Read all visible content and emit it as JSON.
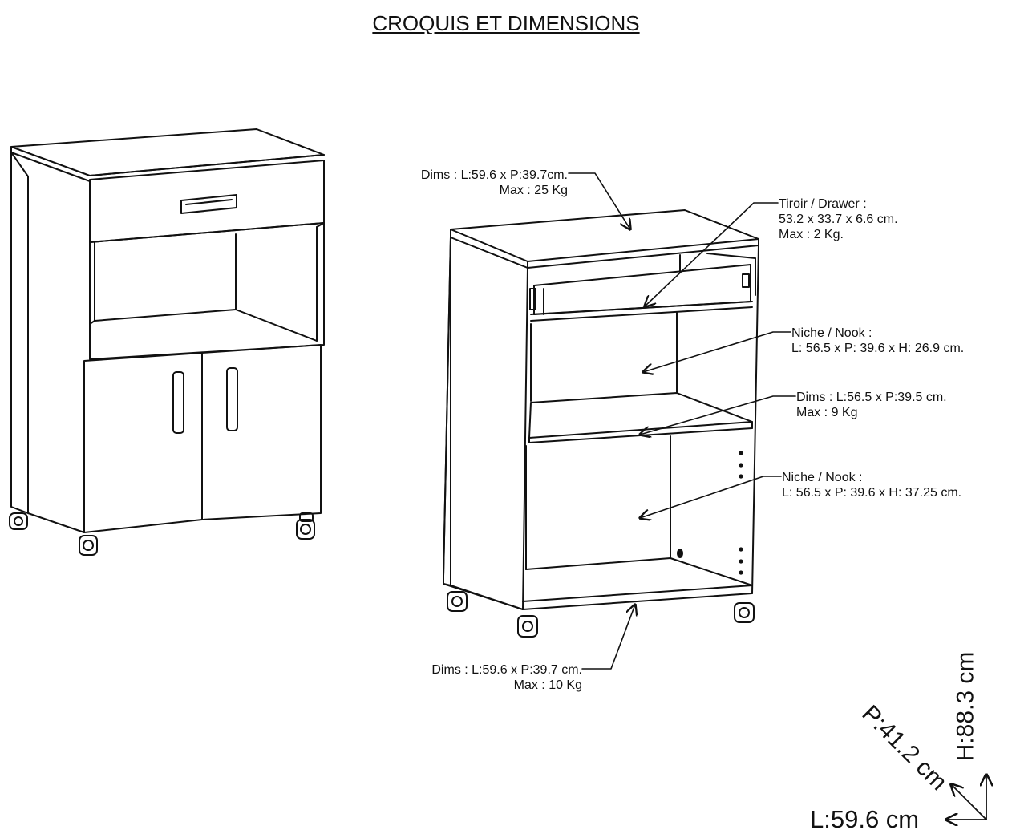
{
  "title": "CROQUIS ET DIMENSIONS",
  "callouts": {
    "top": {
      "line1": "Dims : L:59.6 x P:39.7cm.",
      "line2": "Max : 25 Kg"
    },
    "drawer": {
      "line1": "Tiroir / Drawer :",
      "line2": "53.2 x 33.7 x 6.6 cm.",
      "line3": "Max : 2 Kg."
    },
    "nook1": {
      "line1": "Niche / Nook :",
      "line2": "L: 56.5 x P: 39.6 x H: 26.9 cm."
    },
    "shelf": {
      "line1": "Dims : L:56.5 x P:39.5 cm.",
      "line2": "Max : 9 Kg"
    },
    "nook2": {
      "line1": "Niche / Nook :",
      "line2": "L: 56.5 x P: 39.6 x H: 37.25 cm."
    },
    "bottom": {
      "line1": "Dims : L:59.6 x P:39.7 cm.",
      "line2": "Max : 10 Kg"
    }
  },
  "overall": {
    "width": "L:59.6 cm",
    "depth": "P:41.2 cm",
    "height": "H:88.3 cm"
  }
}
